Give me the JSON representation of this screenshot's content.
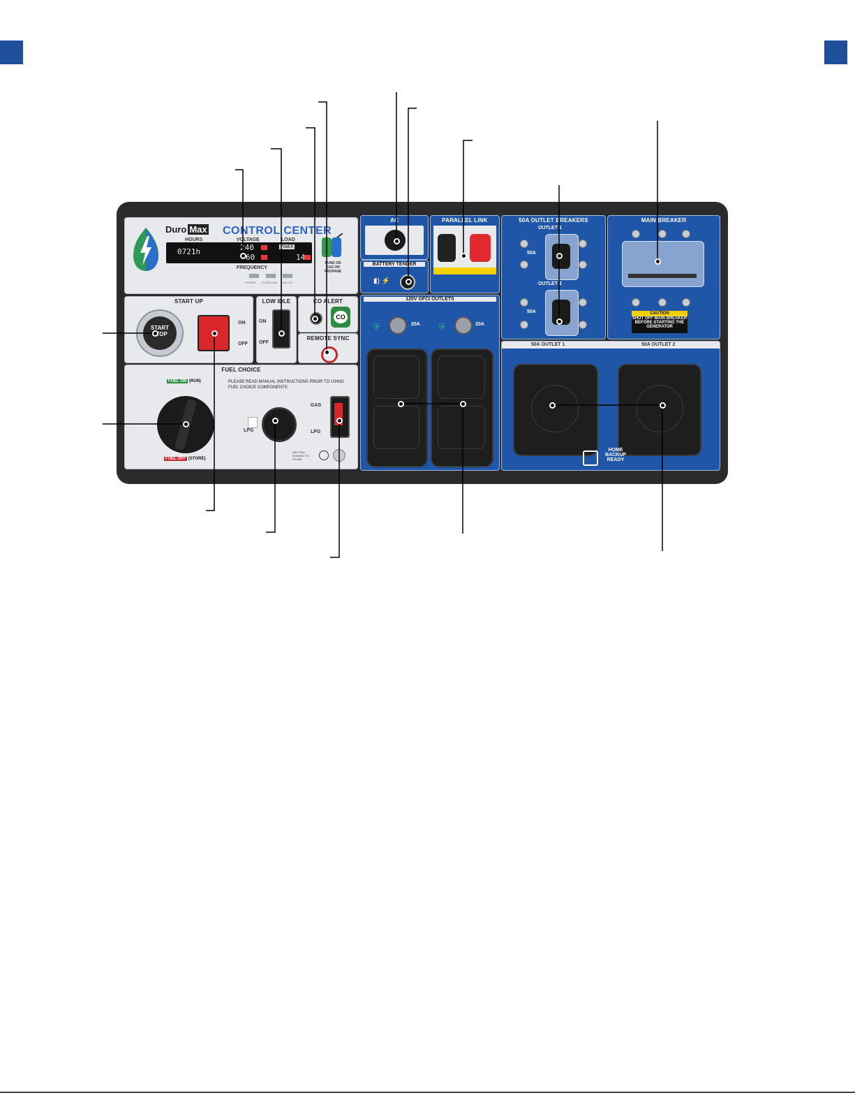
{
  "brand": {
    "name_part1": "Duro",
    "name_part2": "Max",
    "title": "CONTROL CENTER",
    "fuel_note_line1": "RUNS ON",
    "fuel_note_line2": "GAS OR",
    "fuel_note_line3": "PROPANE"
  },
  "meter": {
    "hours_label": "HOURS",
    "voltage_label": "VOLTAGE",
    "load_label": "LOAD",
    "frequency_label": "FREQUENCY",
    "hours_value": "0721h",
    "voltage_value": "240",
    "frequency_value": "60",
    "load_value": "14",
    "power_label": "POWER",
    "indicator_labels": [
      "POWER",
      "OVERLOAD",
      "LOW OIL"
    ]
  },
  "start_up": {
    "title": "START UP",
    "start_label": "START",
    "stop_label": "STOP",
    "on_label": "ON",
    "off_label": "OFF"
  },
  "low_idle": {
    "title": "LOW IDLE",
    "on_label": "ON",
    "off_label": "OFF"
  },
  "co_alert": {
    "title": "CO ALERT",
    "badge": "CO"
  },
  "remote_sync": {
    "title": "REMOTE SYNC"
  },
  "fuel_choice": {
    "title": "FUEL CHOICE",
    "instructions": "PLEASE READ MANUAL INSTRUCTIONS PRIOR TO USING FUEL CHOICE COMPONENTS",
    "fuel_on_label": "FUEL ON",
    "run_label": "(RUN)",
    "fuel_off_label": "FUEL OFF",
    "store_label": "(STORE)",
    "lpg_label": "LPG",
    "gas_label": "GAS",
    "lpg_switch_label": "LPG",
    "ground_label": "NEUTRAL BONDED TO FRAME"
  },
  "ac12": {
    "title": "AC"
  },
  "battery_tender": {
    "title": "BATTERY TENDER"
  },
  "parallel_link": {
    "title": "PARALLEL LINK"
  },
  "gfci": {
    "title": "120V GFCI OUTLETS",
    "left_rating": "20A",
    "right_rating": "20A"
  },
  "outlet_breakers": {
    "title": "50A OUTLET BREAKERS",
    "outlet1": "OUTLET 1",
    "outlet2": "OUTLET 2",
    "rating1": "50A",
    "rating2": "50A"
  },
  "main_breaker": {
    "title": "MAIN BREAKER",
    "caution_header": "CAUTION",
    "caution_body": "SHUT OFF MAIN BREAKER BEFORE STARTING THE GENERATOR"
  },
  "big_outlets": {
    "outlet1": "50A OUTLET 1",
    "outlet2": "50A OUTLET 2",
    "home_backup": "HOME BACKUP READY"
  },
  "colors": {
    "panel_blue": "#1f56a8",
    "frame": "#2b2b2b",
    "switch_red": "#d8262b",
    "accent_blue": "#1f4f9a"
  }
}
